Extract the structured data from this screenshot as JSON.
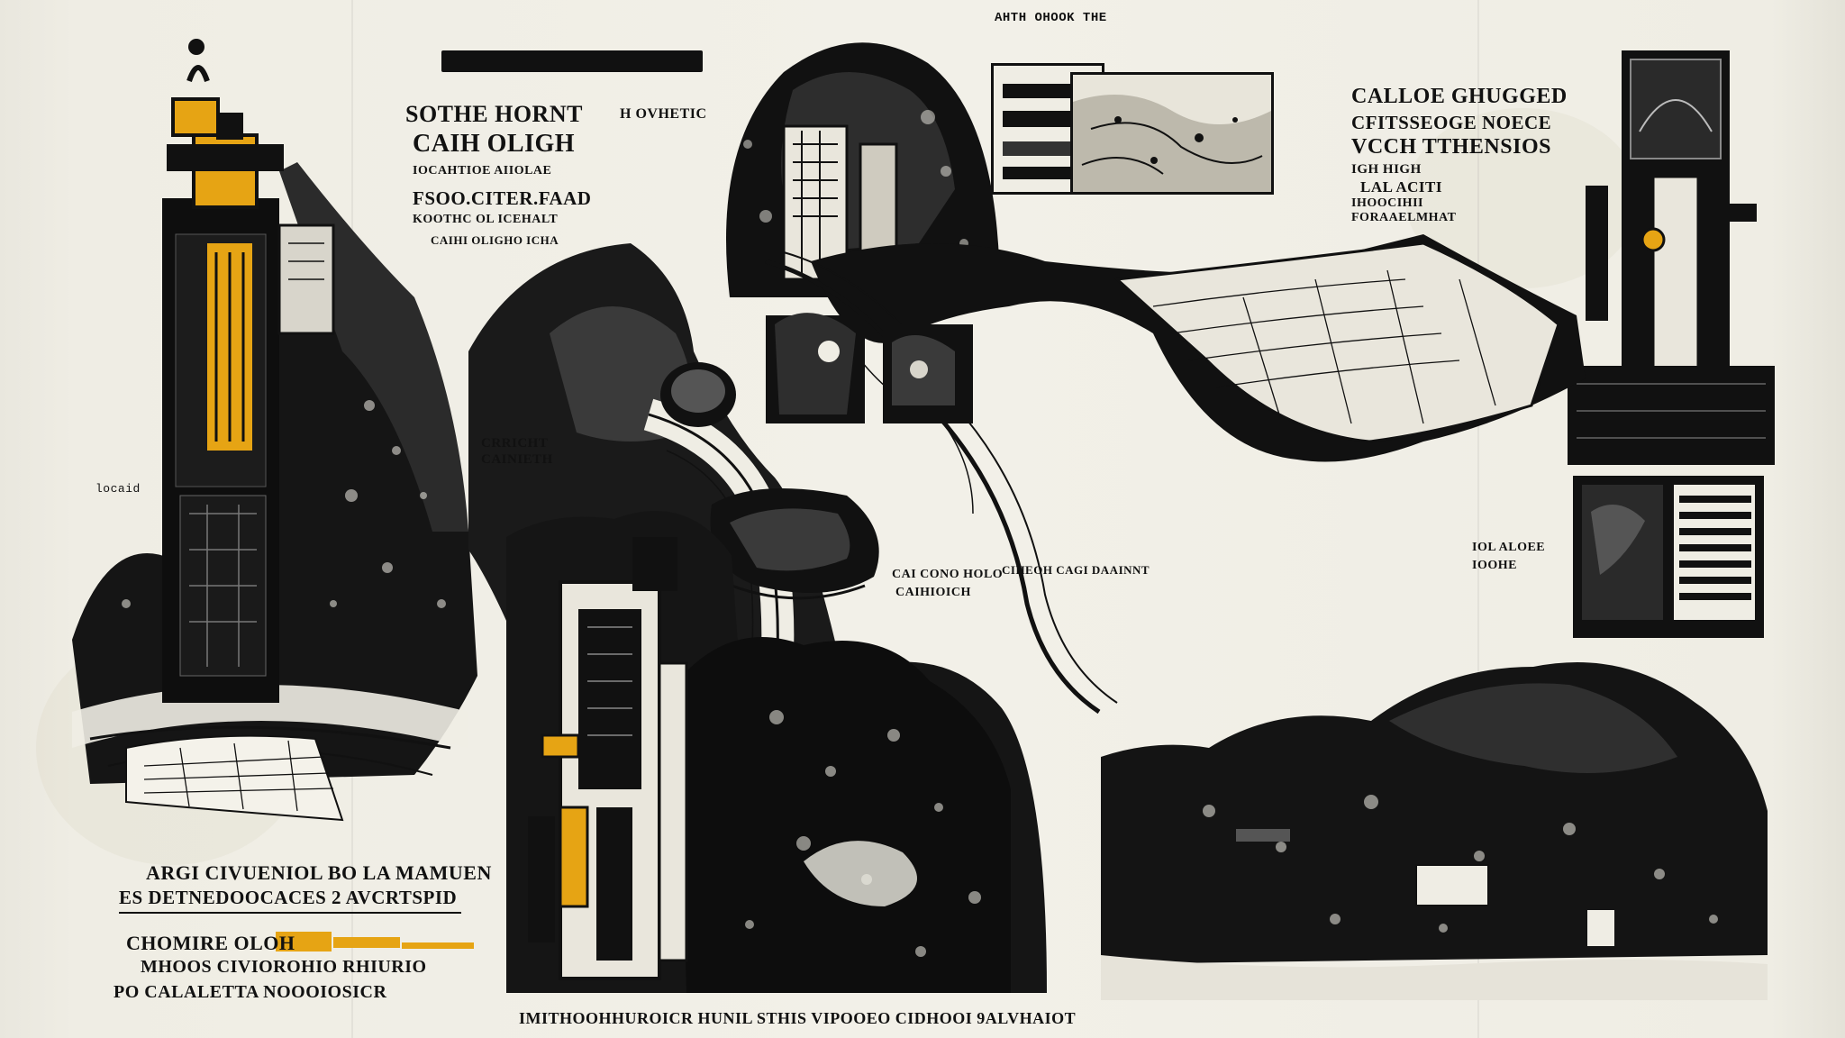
{
  "palette": {
    "ink": "#111111",
    "paper": "#efede4",
    "gold": "#e6a414"
  },
  "header_block": {
    "line1a": "SOTHE HORNT",
    "line1b": "H OVHETIC",
    "line2": "CAIH OLIGH",
    "line3": "IOCAHTIOE AIIOLAE",
    "line4": "FSOO.CITER.FAAD",
    "line5": "KOOTHC OL ICEHALT",
    "line6": "CAIHI OLIGHO ICHA"
  },
  "right_block": {
    "line1": "CALLOE GHUGGED",
    "line2": "CFITSSEOGE NOECE",
    "line3": "VCCH TTHENSIOS",
    "line4": "IGH HIGH",
    "line5": "LAL ACITI",
    "line6": "IHOOCIHII",
    "line7": "FORAAELMHAT"
  },
  "top_tag": "AHTH OHOOK THE",
  "left_mark": "locaid",
  "center_labels": {
    "left_caption_1": "CRRICHT",
    "left_caption_2": "CAINIETH",
    "mid_caption_1": "CAI CONO HOLO",
    "mid_caption_2": "CAIHIOICH",
    "mid_caption_3": "CIHEOH CAGI DAAINNT",
    "right_caption_1": "IOL ALOEE",
    "right_caption_2": "IOOHE"
  },
  "legend": {
    "line1": "ARGI CIVUENIOL BO LA MAMUEN",
    "line2": "ES DETNEDOOCACES 2 AVCRTSPID",
    "line3": "CHOMIRE OLOH",
    "line4": "MHOOS CIVIOROHIO RHIURIO",
    "line5": "PO CALALETTA NOOOIOSICR"
  },
  "footer": "IMITHOOHHUROICR HUNIL STHIS VIPOOEO CIDHOOI 9ALVHAIOT"
}
